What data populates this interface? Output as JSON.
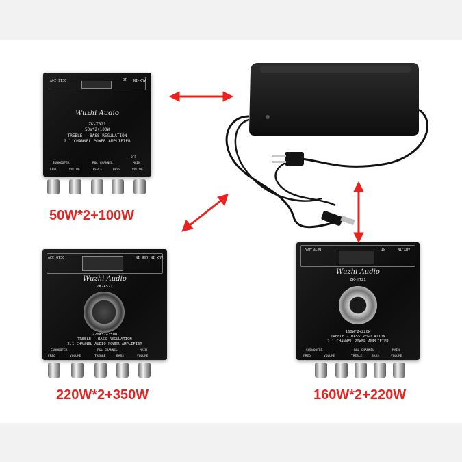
{
  "boards": {
    "tb21": {
      "brand": "Wuzhi Audio",
      "model": "ZK-TB21",
      "power": "50W*2+100W",
      "line1": "TREBLE - BASS REGULATION",
      "line2": "2.1 CHANNEL POWER AMPLIFIER",
      "top_left": "DC12-24V",
      "top_bt": "BT",
      "top_aux": "AUX-IN",
      "sub_label": "SUBWOOFER",
      "rl_label": "R&L CHANNEL",
      "main_label": "MAIN",
      "off_label": "OFF",
      "knob_labels": [
        "FREQ",
        "VOLUME",
        "TREBLE",
        "BASS",
        "VOLUME"
      ]
    },
    "as21": {
      "brand": "Wuzhi Audio",
      "model": "ZK-AS21",
      "power": "220W*2+350W",
      "line1": "TREBLE - BASS REGULATION",
      "line2": "2.1 CHANNEL AUDIO POWER AMPLIFIER",
      "top_left": "DC19-32V",
      "top_usb": "USB-IN",
      "top_aux": "AUX-IN",
      "sub_label": "SUBWOOFER",
      "rl_label": "R&L CHANNEL",
      "main_label": "MAIN",
      "knob_labels": [
        "FREQ",
        "VOLUME",
        "TREBLE",
        "BASS",
        "VOLUME"
      ]
    },
    "ht21": {
      "brand": "Wuzhi Audio",
      "model": "ZK-HT21",
      "power": "160W*2+220W",
      "line1": "TREBLE - BASS REGULATION",
      "line2": "2.1 CHANNEL POWER AMPLIFIER",
      "top_left": "DC20-40V",
      "top_bt": "BT",
      "top_aux": "AUX-IN",
      "sub_label": "SUBWOOFER",
      "rl_label": "R&L CHANNEL",
      "main_label": "MAIN",
      "knob_labels": [
        "FREQ",
        "VOLUME",
        "TREBLE",
        "BASS",
        "VOLUME"
      ]
    }
  },
  "captions": {
    "tb21": "50W*2+100W",
    "as21": "220W*2+350W",
    "ht21": "160W*2+220W"
  },
  "colors": {
    "arrow": "#e8231f",
    "caption": "#e8231f",
    "board": "#141414",
    "background": "#ffffff"
  }
}
